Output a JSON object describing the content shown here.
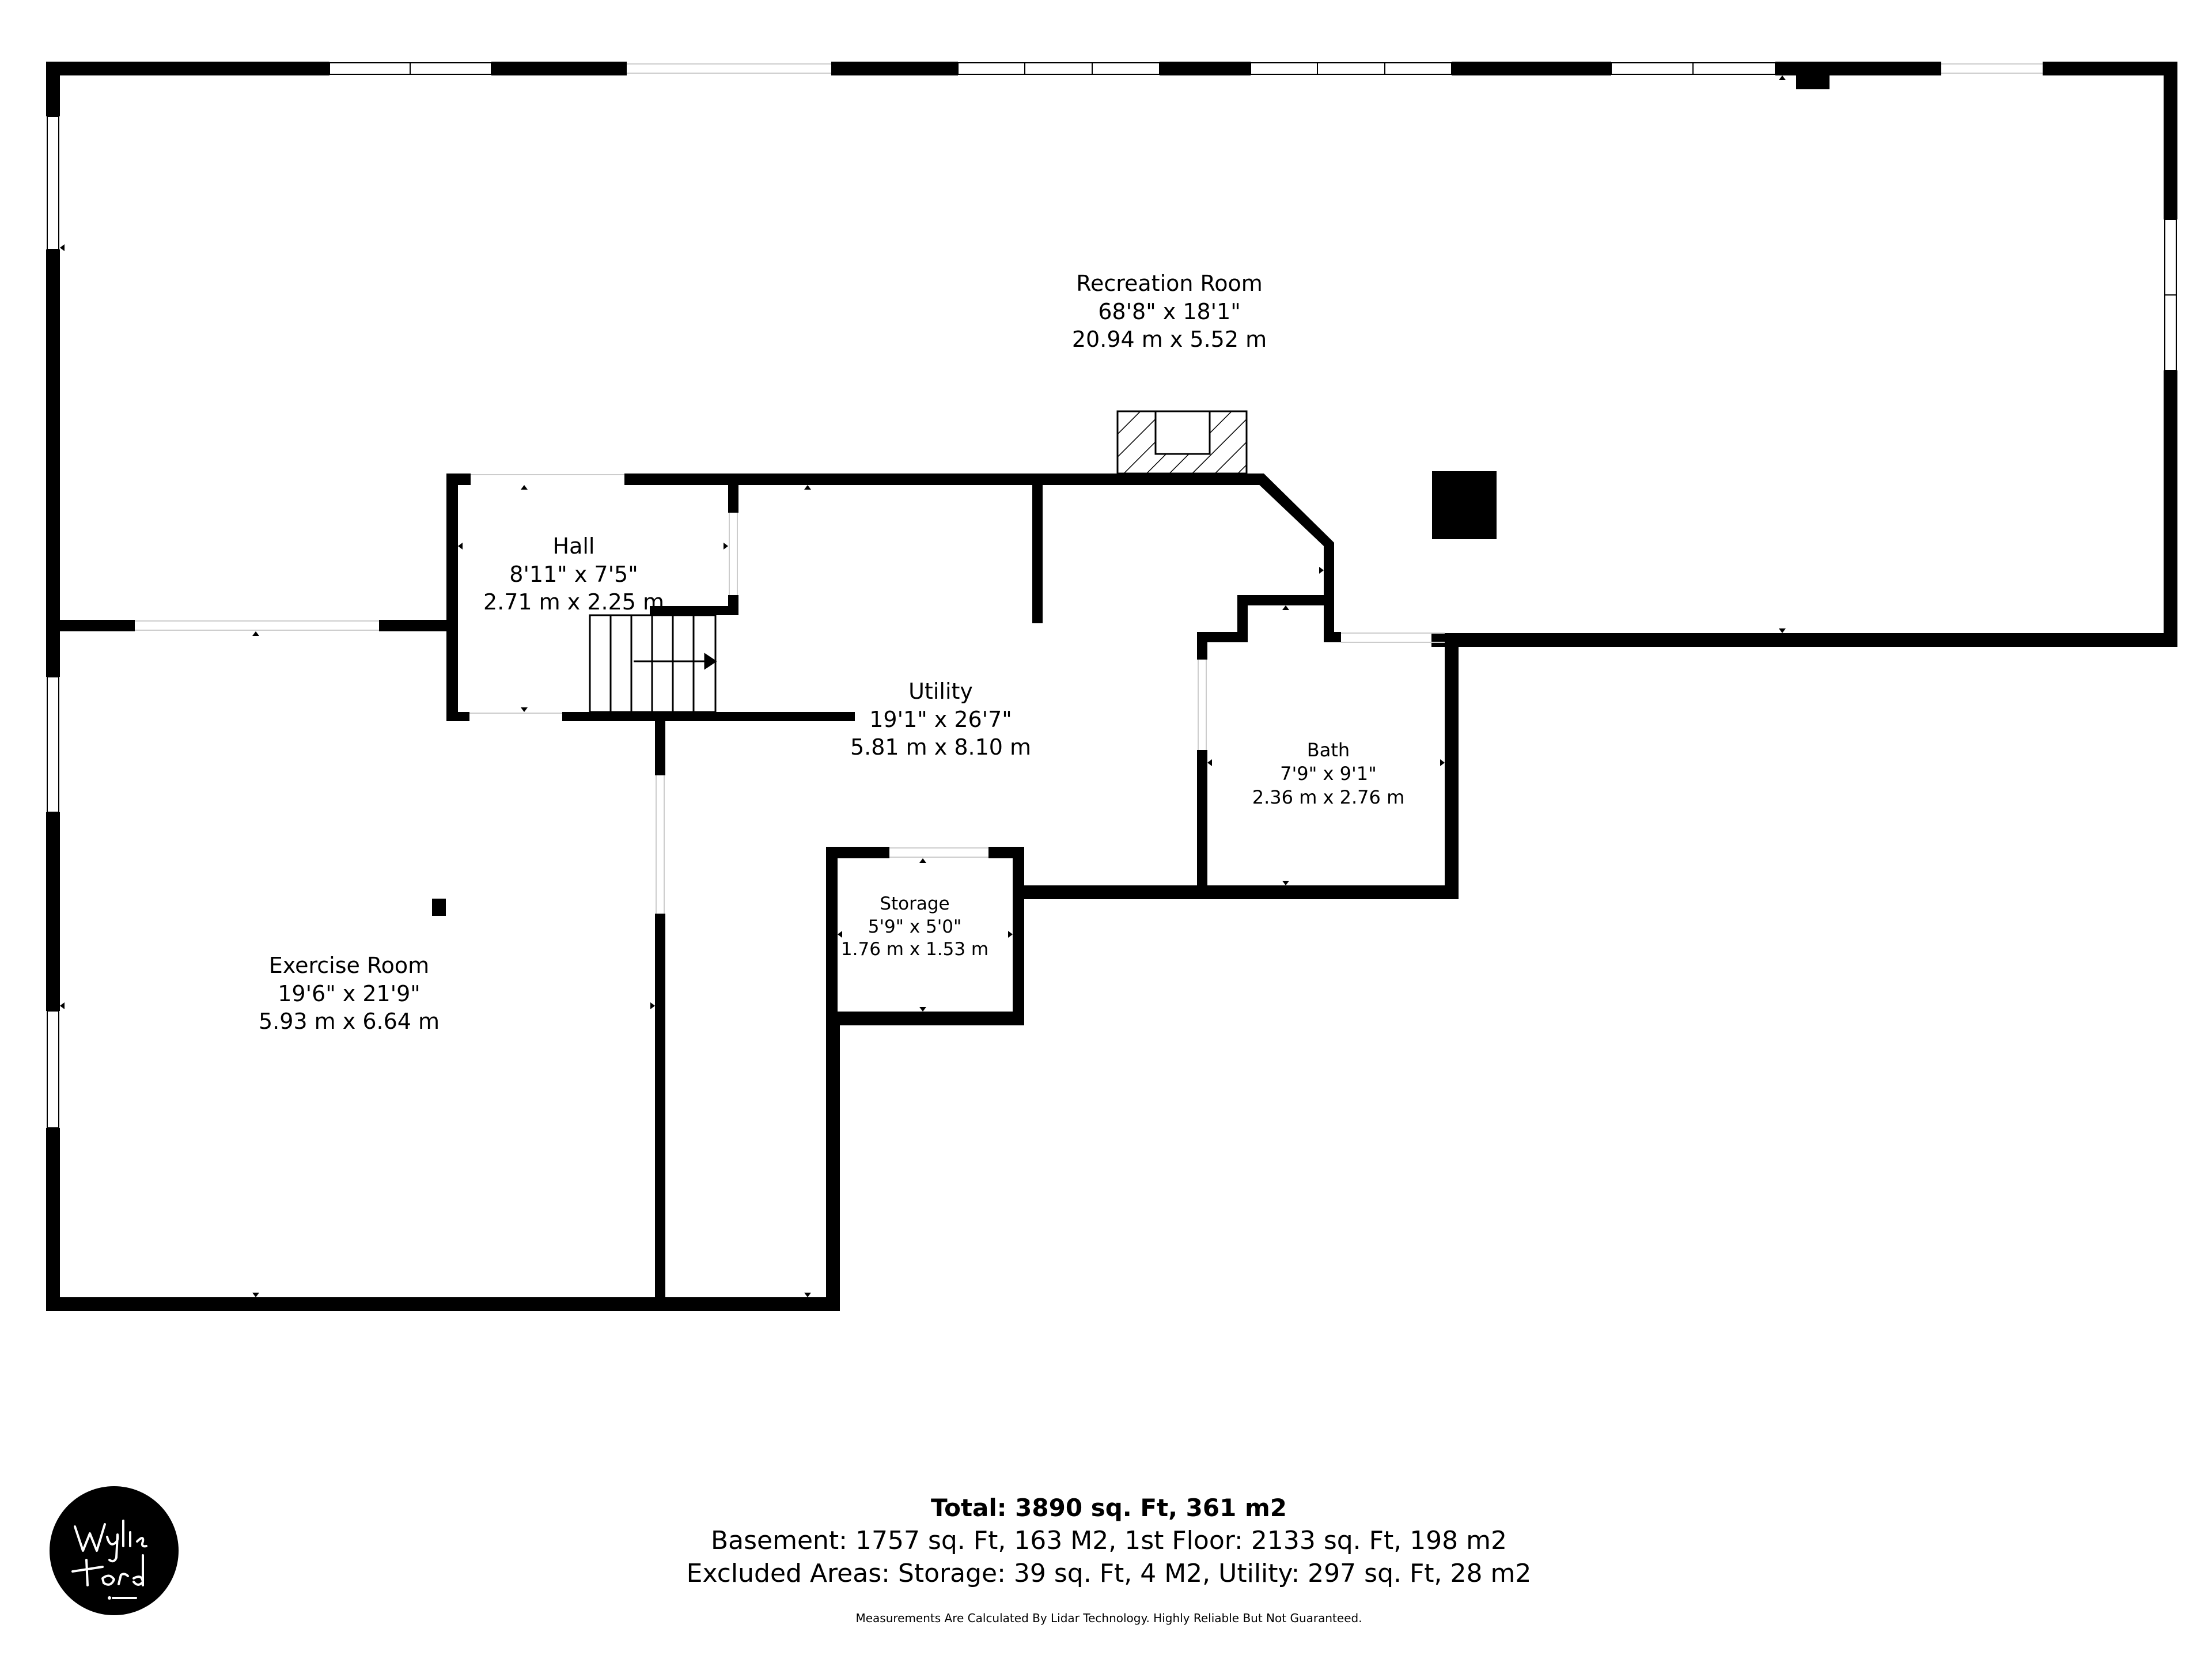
{
  "rooms": {
    "recreation": {
      "name": "Recreation Room",
      "imperial": "68'8\" x 18'1\"",
      "metric": "20.94 m x 5.52 m"
    },
    "hall": {
      "name": "Hall",
      "imperial": "8'11\" x 7'5\"",
      "metric": "2.71 m x 2.25 m"
    },
    "utility": {
      "name": "Utility",
      "imperial": "19'1\" x 26'7\"",
      "metric": "5.81 m x 8.10 m"
    },
    "exercise": {
      "name": "Exercise Room",
      "imperial": "19'6\" x 21'9\"",
      "metric": "5.93 m x 6.64 m"
    },
    "bath": {
      "name": "Bath",
      "imperial": "7'9\" x 9'1\"",
      "metric": "2.36 m x 2.76 m"
    },
    "storage": {
      "name": "Storage",
      "imperial": "5'9\" x 5'0\"",
      "metric": "1.76 m x 1.53 m"
    }
  },
  "summary": {
    "total": "Total: 3890 sq. Ft, 361 m2",
    "floors": "Basement: 1757 sq. Ft, 163 M2, 1st Floor: 2133 sq. Ft, 198 m2",
    "excluded": "Excluded Areas: Storage: 39 sq. Ft, 4 M2, Utility: 297 sq. Ft, 28 m2",
    "disclaimer": "Measurements Are Calculated By Lidar Technology. Highly Reliable But Not Guaranteed."
  },
  "logo": {
    "text": "Wylie Ford .com",
    "icon": "wylie-ford-logo-icon"
  },
  "colors": {
    "wall": "#000000",
    "background": "#ffffff",
    "opening": "#dddddd"
  }
}
